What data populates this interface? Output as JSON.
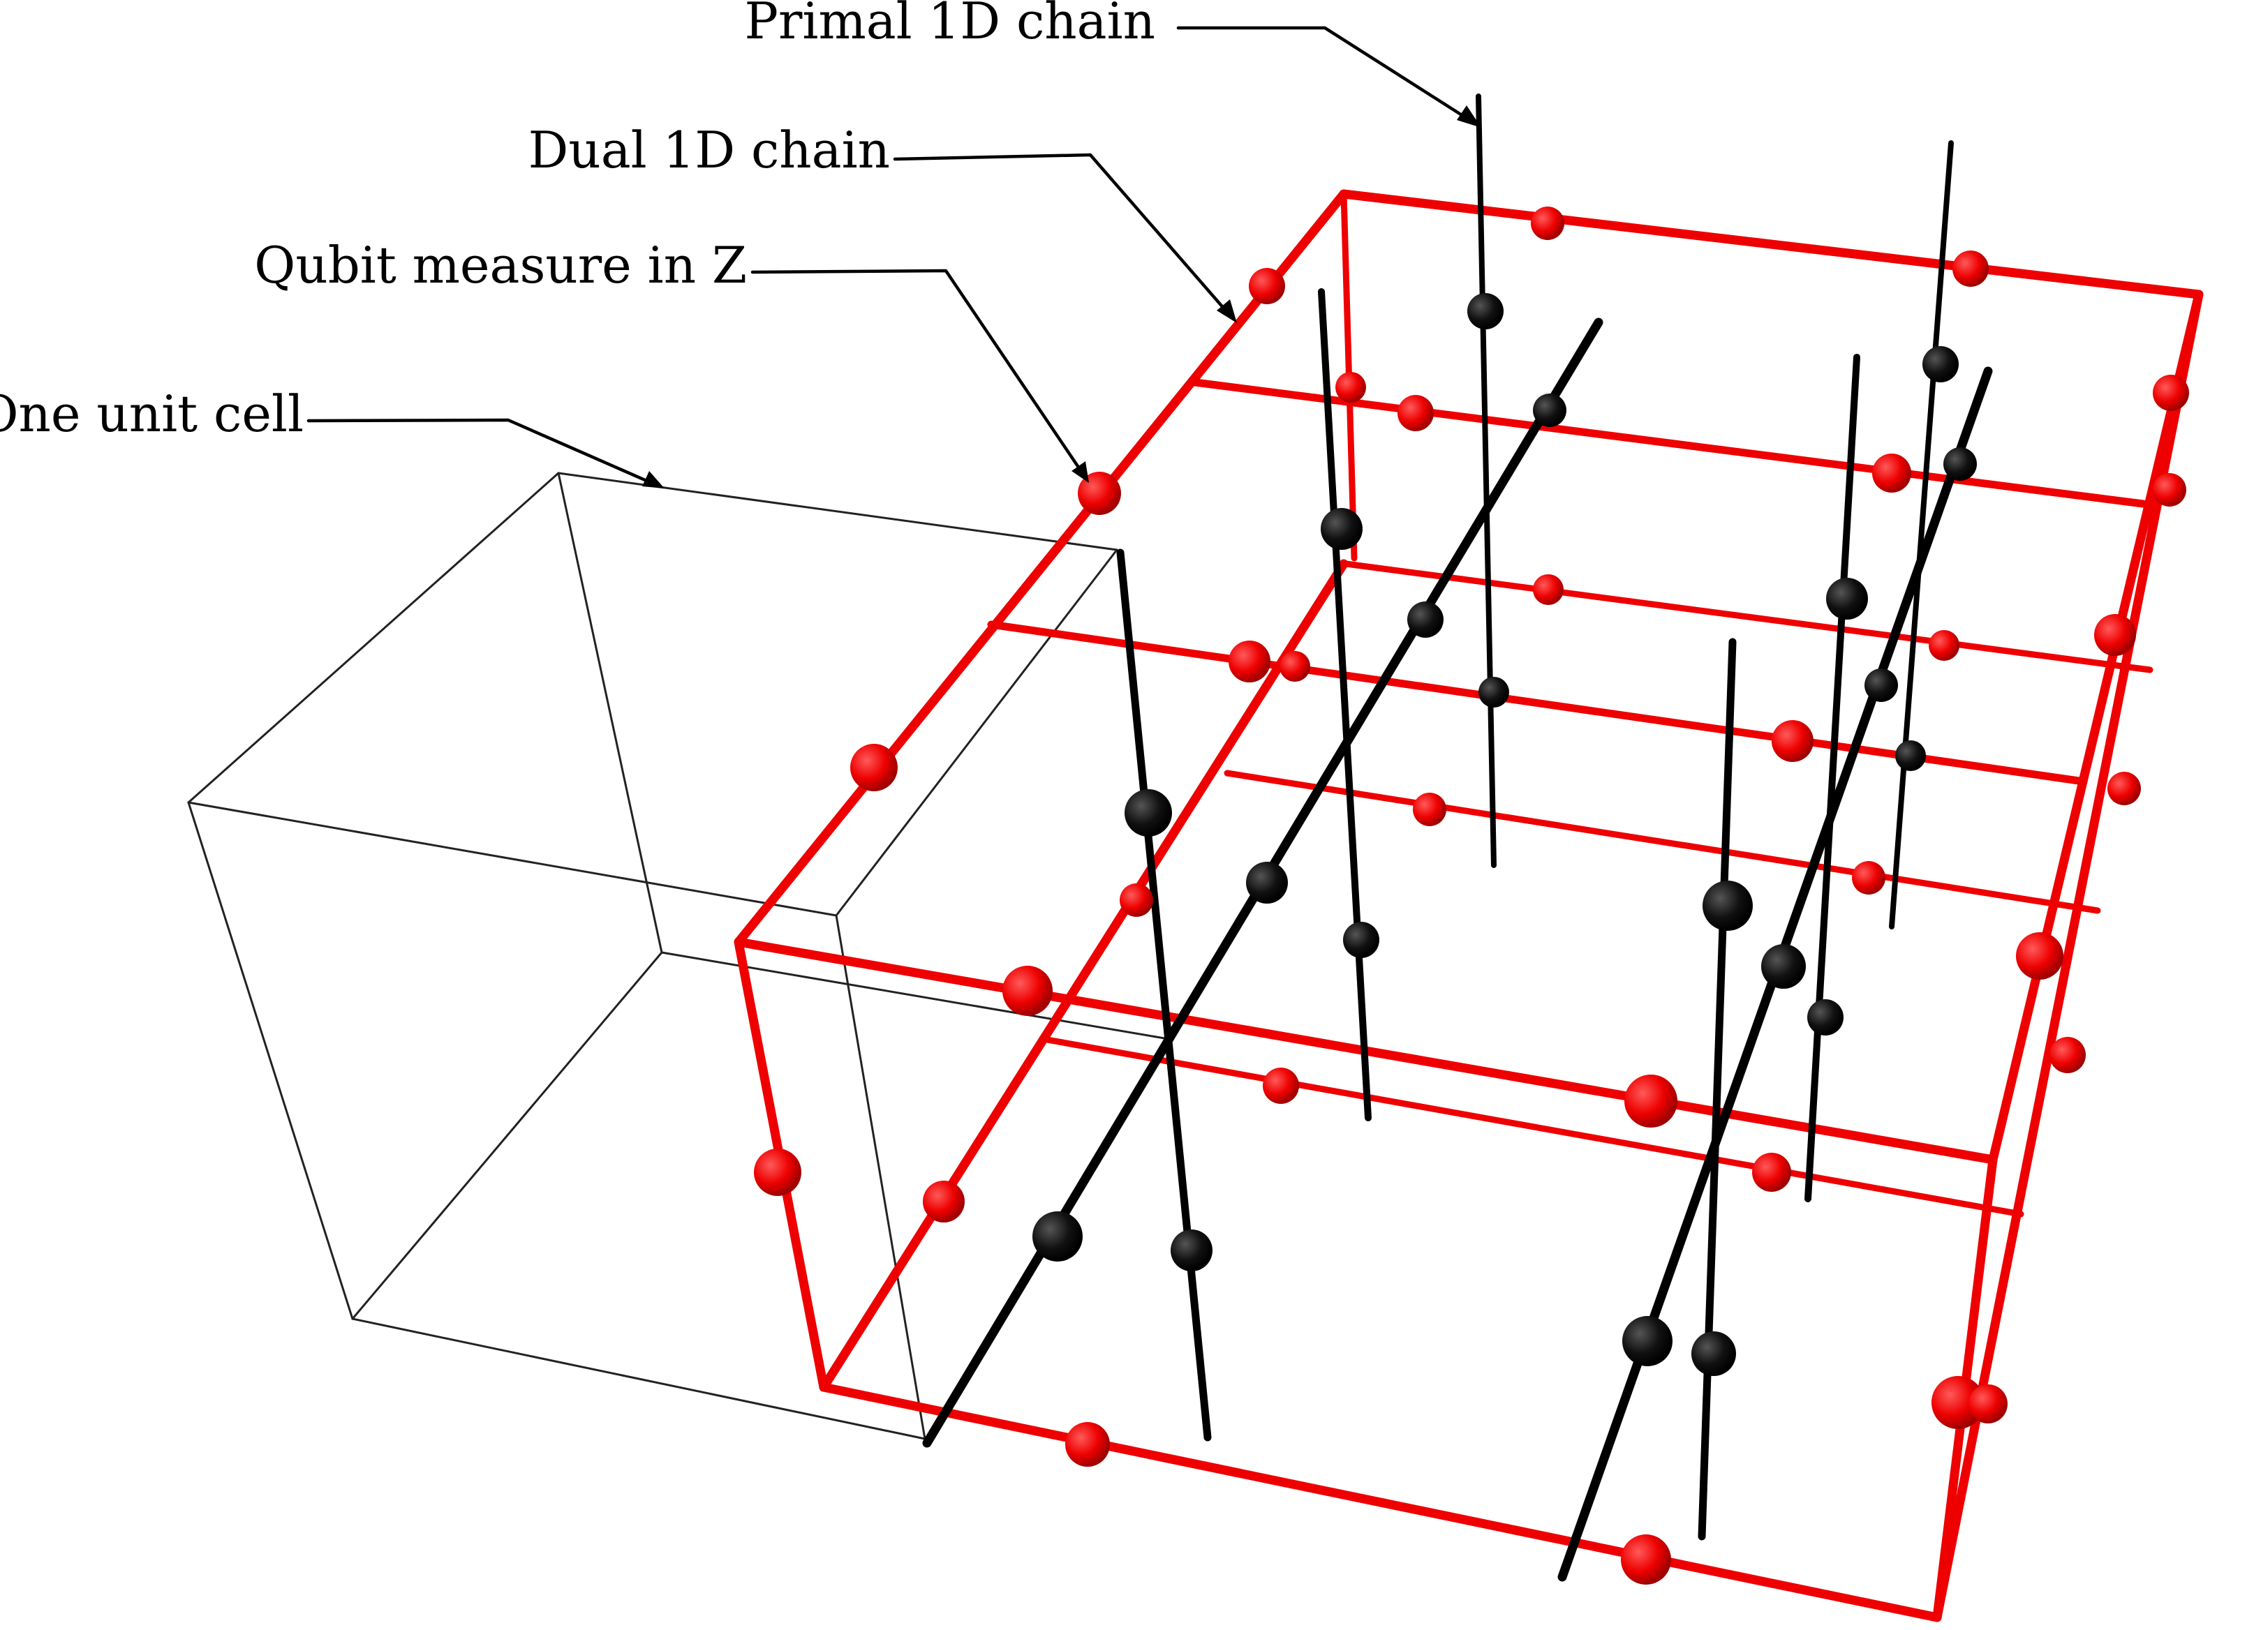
{
  "labels": {
    "primal_chain": "Primal 1D chain",
    "dual_chain": "Dual 1D chain",
    "qubit_measure": "Qubit measure in Z",
    "unit_cell": "One unit cell"
  },
  "colors": {
    "dual_lattice": "#ee0000",
    "primal_chain": "#000000",
    "unit_cell_outline": "#222222",
    "background": "#ffffff"
  }
}
